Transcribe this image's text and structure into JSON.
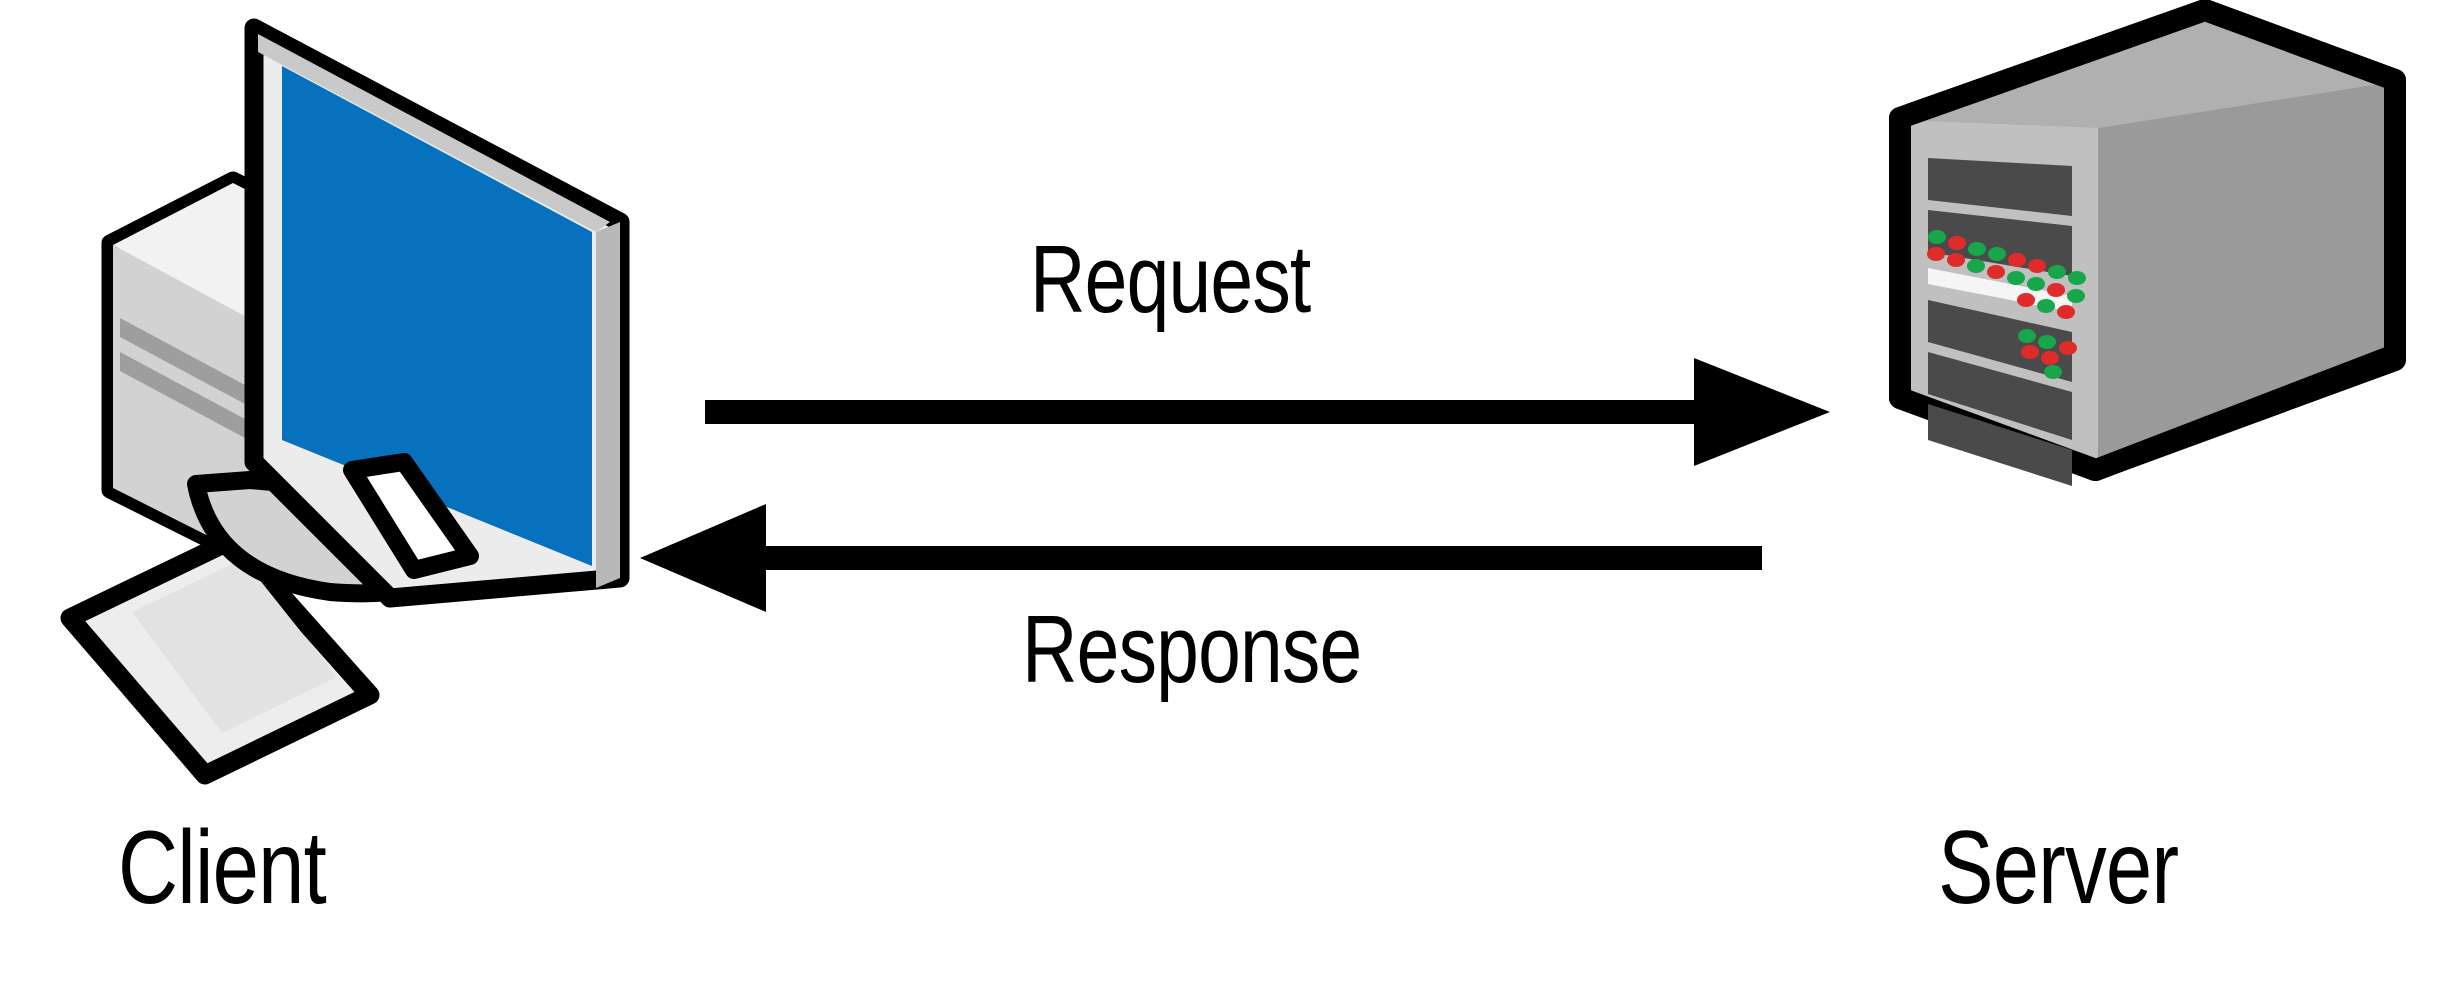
{
  "diagram": {
    "type": "client-server-request-response",
    "background_color": "#ffffff",
    "stroke_color": "#000000",
    "nodes": [
      {
        "id": "client",
        "label": "Client",
        "icon": "desktop-computer-icon",
        "screen_color": "#0671bd",
        "bezel_color": "#ececec",
        "case_color": "#d6d6d6"
      },
      {
        "id": "server",
        "label": "Server",
        "icon": "server-tower-icon",
        "front_color": "#c0c0c0",
        "side_color": "#9a9a9a",
        "top_color": "#b0b0b0",
        "slot_color": "#4a4a4a",
        "led_green": "#17a74a",
        "led_red": "#e02b2b"
      }
    ],
    "arrows": [
      {
        "id": "request-arrow",
        "label": "Request",
        "from": "client",
        "to": "server",
        "direction": "right"
      },
      {
        "id": "response-arrow",
        "label": "Response",
        "from": "server",
        "to": "client",
        "direction": "left"
      }
    ]
  },
  "labels": {
    "client": "Client",
    "server": "Server",
    "request": "Request",
    "response": "Response"
  },
  "colors": {
    "screen_blue": "#0671bd",
    "outline_black": "#000000",
    "led_green": "#17a74a",
    "led_red": "#e02b2b",
    "server_front": "#c0c0c0",
    "server_side": "#9a9a9a",
    "server_top": "#b0b0b0",
    "server_slot": "#4a4a4a"
  }
}
